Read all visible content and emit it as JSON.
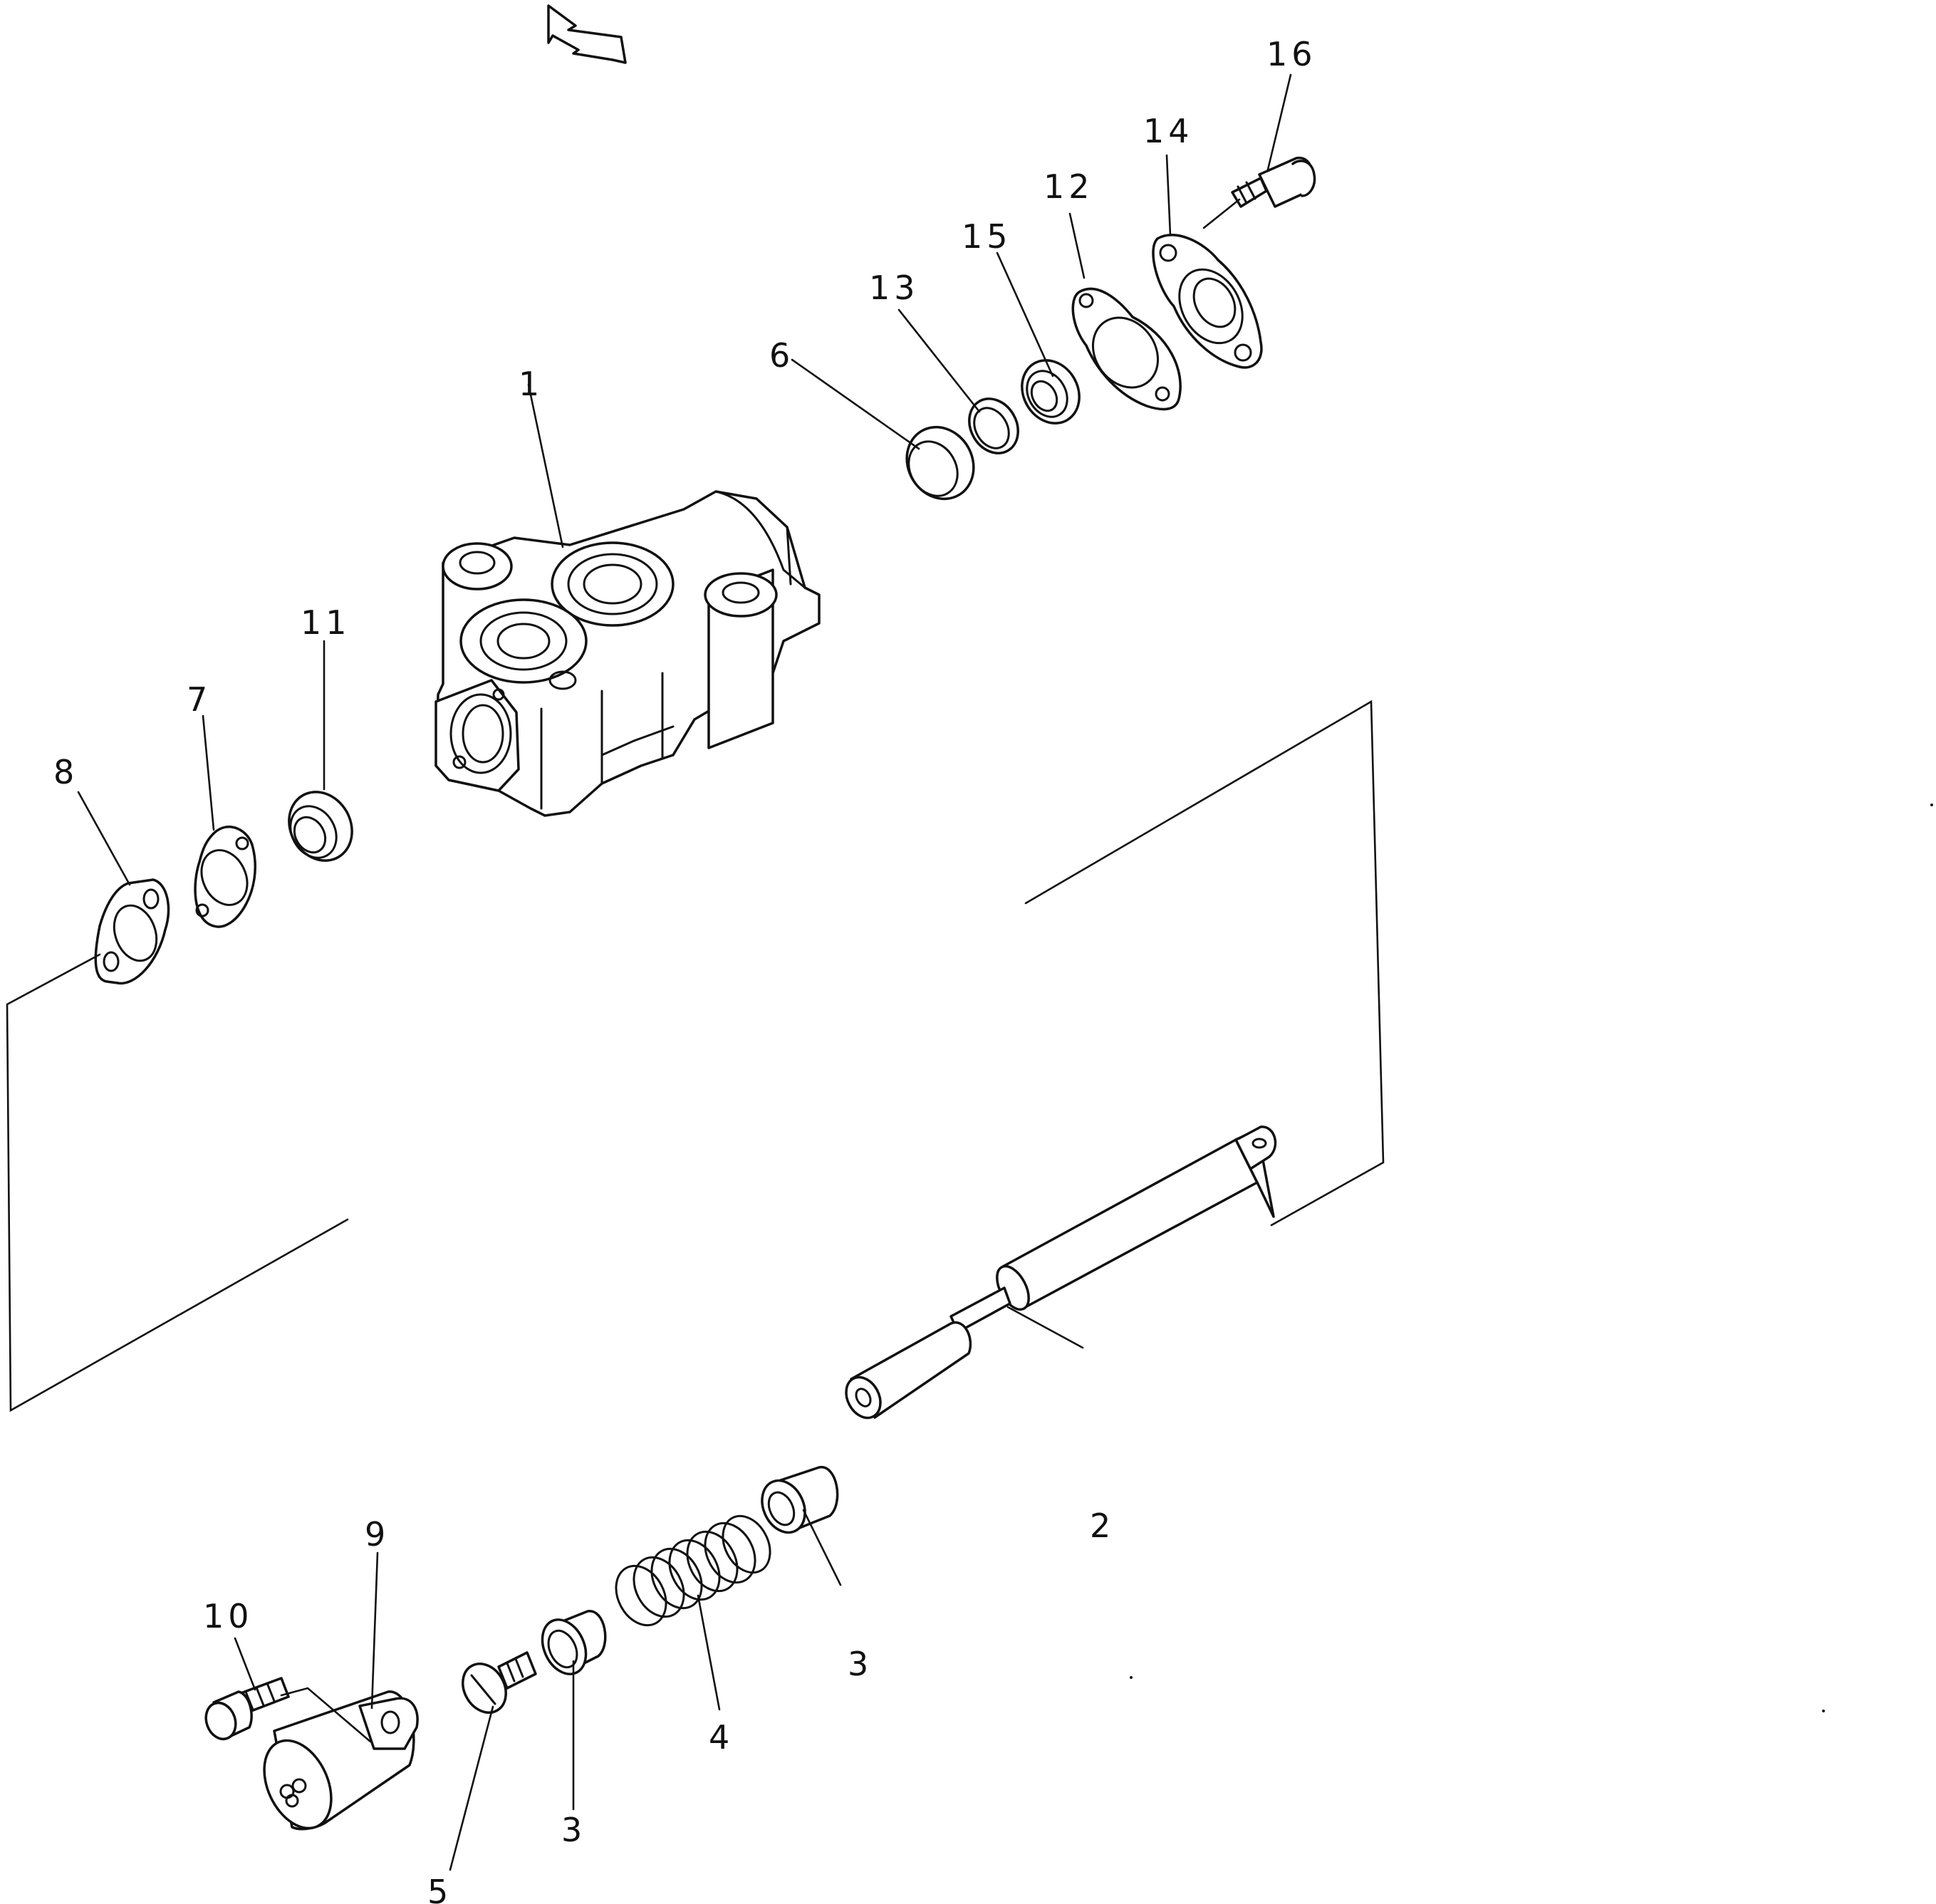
{
  "labels": {
    "l1": "1",
    "l2": "2",
    "l3a": "3",
    "l3b": "3",
    "l4": "4",
    "l5": "5",
    "l6": "6",
    "l7": "7",
    "l8": "8",
    "l9": "9",
    "l10": "10",
    "l11": "11",
    "l12": "12",
    "l13": "13",
    "l14": "14",
    "l15": "15",
    "l16": "16"
  },
  "colors": {
    "ink": "#111111",
    "paper": "#ffffff"
  },
  "icons": {
    "direction": "direction-arrow-icon"
  }
}
